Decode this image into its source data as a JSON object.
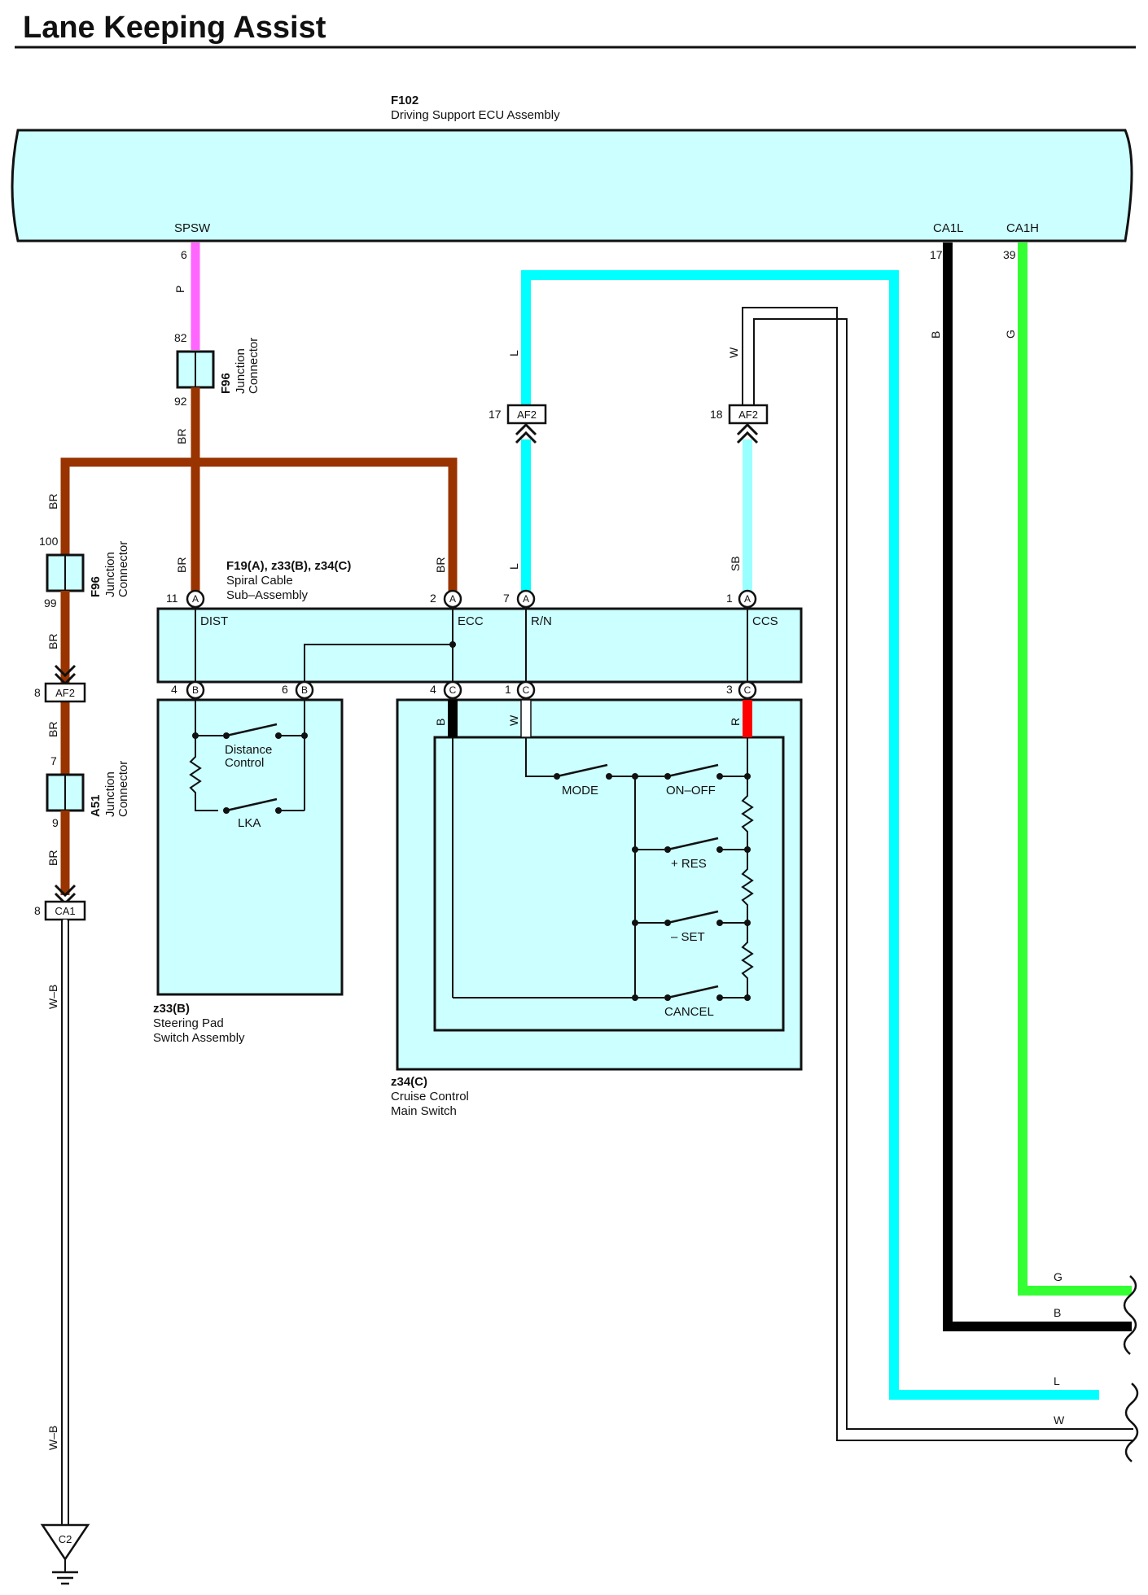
{
  "title": "Lane Keeping Assist",
  "ecu": {
    "code": "F102",
    "name": "Driving Support ECU Assembly",
    "pins": {
      "spsw": "SPSW",
      "ca1l": "CA1L",
      "ca1h": "CA1H"
    }
  },
  "pin_numbers": {
    "spsw": "6",
    "ca1l": "17",
    "ca1h": "39",
    "f96a_top": "82",
    "f96a_bot": "92",
    "f96b_top": "100",
    "f96b_bot": "99",
    "af2_left": "8",
    "a51_top": "7",
    "a51_bot": "9",
    "ca1": "8",
    "af2_17": "17",
    "af2_18": "18",
    "a11": "11",
    "a2": "2",
    "a7": "7",
    "a1": "1",
    "b4": "4",
    "b6": "6",
    "c4": "4",
    "c1": "1",
    "c3": "3"
  },
  "wire_colors": {
    "p": "P",
    "br": "BR",
    "l": "L",
    "w": "W",
    "sb": "SB",
    "b": "B",
    "g": "G",
    "r": "R",
    "wb": "W–B"
  },
  "connectors": {
    "af2": "AF2",
    "ca1": "CA1",
    "c2": "C2",
    "pin_a": "A",
    "pin_b": "B",
    "pin_c": "C"
  },
  "junction_f96": {
    "code": "F96",
    "line1": "Junction",
    "line2": "Connector"
  },
  "junction_a51": {
    "code": "A51",
    "line1": "Junction",
    "line2": "Connector"
  },
  "spiral": {
    "code": "F19(A), z33(B), z34(C)",
    "line1": "Spiral Cable",
    "line2": "Sub–Assembly",
    "dist": "DIST",
    "ecc": "ECC",
    "rn": "R/N",
    "ccs": "CCS"
  },
  "steering_pad": {
    "code": "z33(B)",
    "line1": "Steering Pad",
    "line2": "Switch Assembly",
    "sw_distance_1": "Distance",
    "sw_distance_2": "Control",
    "sw_lka": "LKA"
  },
  "cruise": {
    "code": "z34(C)",
    "line1": "Cruise Control",
    "line2": "Main Switch",
    "mode": "MODE",
    "onoff": "ON–OFF",
    "res": "+ RES",
    "set": "– SET",
    "cancel": "CANCEL"
  },
  "colors": {
    "pink": "#ff66ff",
    "brown": "#993300",
    "cyan": "#00ffff",
    "light_cyan": "#99ffff",
    "green": "#33ff33",
    "red": "#ff0000",
    "black": "#000000",
    "box_fill": "#ccffff"
  }
}
